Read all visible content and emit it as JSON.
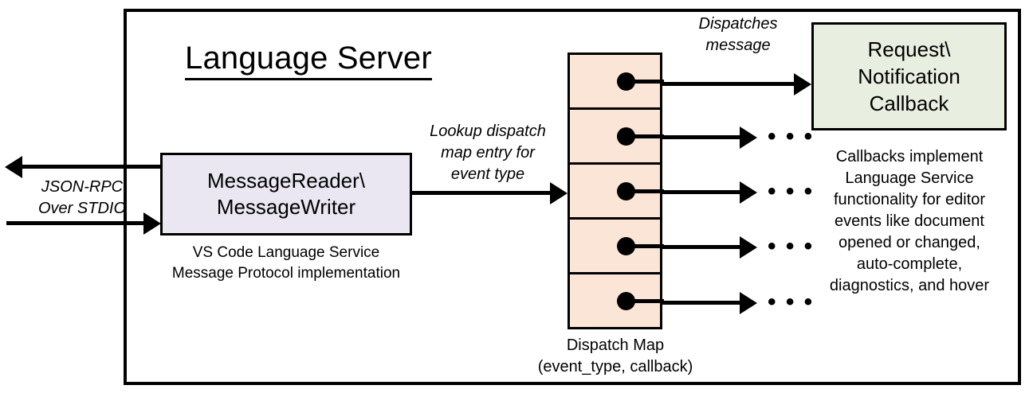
{
  "diagram": {
    "title": "Language Server",
    "boundary_name": "Language Server boundary"
  },
  "message_component": {
    "title_line1": "MessageReader\\",
    "title_line2": "MessageWriter",
    "caption_line1": "VS Code Language Service",
    "caption_line2": "Message Protocol implementation",
    "fill_color": "#EAE7F2"
  },
  "dispatch_map": {
    "caption_line1": "Dispatch Map",
    "caption_line2": "(event_type, callback)",
    "fill_color": "#FBE5D6",
    "cell_count": 5,
    "entries": [
      {
        "index": 1,
        "target": "Request\\Notification Callback"
      },
      {
        "index": 2,
        "target": "..."
      },
      {
        "index": 3,
        "target": "..."
      },
      {
        "index": 4,
        "target": "..."
      },
      {
        "index": 5,
        "target": "..."
      }
    ]
  },
  "callback_component": {
    "title_line1": "Request\\",
    "title_line2": "Notification",
    "title_line3": "Callback",
    "fill_color": "#E8EFE0",
    "description": "Callbacks implement\nLanguage Service\nfunctionality for editor\nevents like document\nopened or changed,\nauto-complete,\ndiagnostics, and hover"
  },
  "annotations": {
    "jsonrpc": "JSON-RPC\nOver STDIO",
    "lookup": "Lookup dispatch\nmap entry for\nevent type",
    "dispatches": "Dispatches\nmessage",
    "ellipsis": "• • •"
  },
  "colors": {
    "stroke": "#000000",
    "background": "#ffffff"
  }
}
